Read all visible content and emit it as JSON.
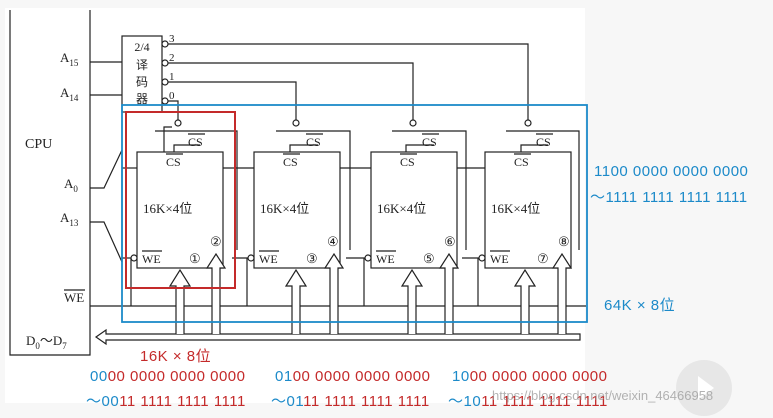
{
  "cpu": {
    "label": "CPU",
    "pins": {
      "a15": "A15",
      "a14": "A14",
      "a0": "A0",
      "a13": "A13",
      "we": "WE",
      "data": "D0～D7"
    }
  },
  "decoder": {
    "label_lines": [
      "2/4",
      "译",
      "码",
      "器"
    ],
    "outputs": [
      "3",
      "2",
      "1",
      "0"
    ]
  },
  "chips": [
    {
      "label": "16K×4位",
      "cs": "CS",
      "we": "WE",
      "nums": [
        "①",
        "②"
      ]
    },
    {
      "label": "16K×4位",
      "cs": "CS",
      "we": "WE",
      "nums": [
        "③",
        "④"
      ]
    },
    {
      "label": "16K×4位",
      "cs": "CS",
      "we": "WE",
      "nums": [
        "⑤",
        "⑥"
      ]
    },
    {
      "label": "16K×4位",
      "cs": "CS",
      "we": "WE",
      "nums": [
        "⑦",
        "⑧"
      ]
    }
  ],
  "annotations": {
    "group_red": "16K × 8位",
    "group_blue": "64K × 8位",
    "ranges": [
      {
        "start_prefix": "00",
        "start_rest": "00 0000 0000 0000",
        "end_prefix": "～00",
        "end_rest": "11 1111 1111 1111"
      },
      {
        "start_prefix": "01",
        "start_rest": "00 0000 0000 0000",
        "end_prefix": "～01",
        "end_rest": "11 1111 1111 1111"
      },
      {
        "start_prefix": "10",
        "start_rest": "00 0000 0000 0000",
        "end_prefix": "～10",
        "end_rest": "11 1111 1111 1111"
      },
      {
        "start_prefix": "11",
        "start_rest": "00 0000 0000 0000",
        "end_prefix": "～11",
        "end_rest": "11 1111 1111 1111"
      }
    ]
  },
  "watermark": "https://blog.csdn.net/weixin_46466958",
  "colors": {
    "blue": "#1c8ac9",
    "red": "#c42a2a",
    "line": "#222222"
  }
}
